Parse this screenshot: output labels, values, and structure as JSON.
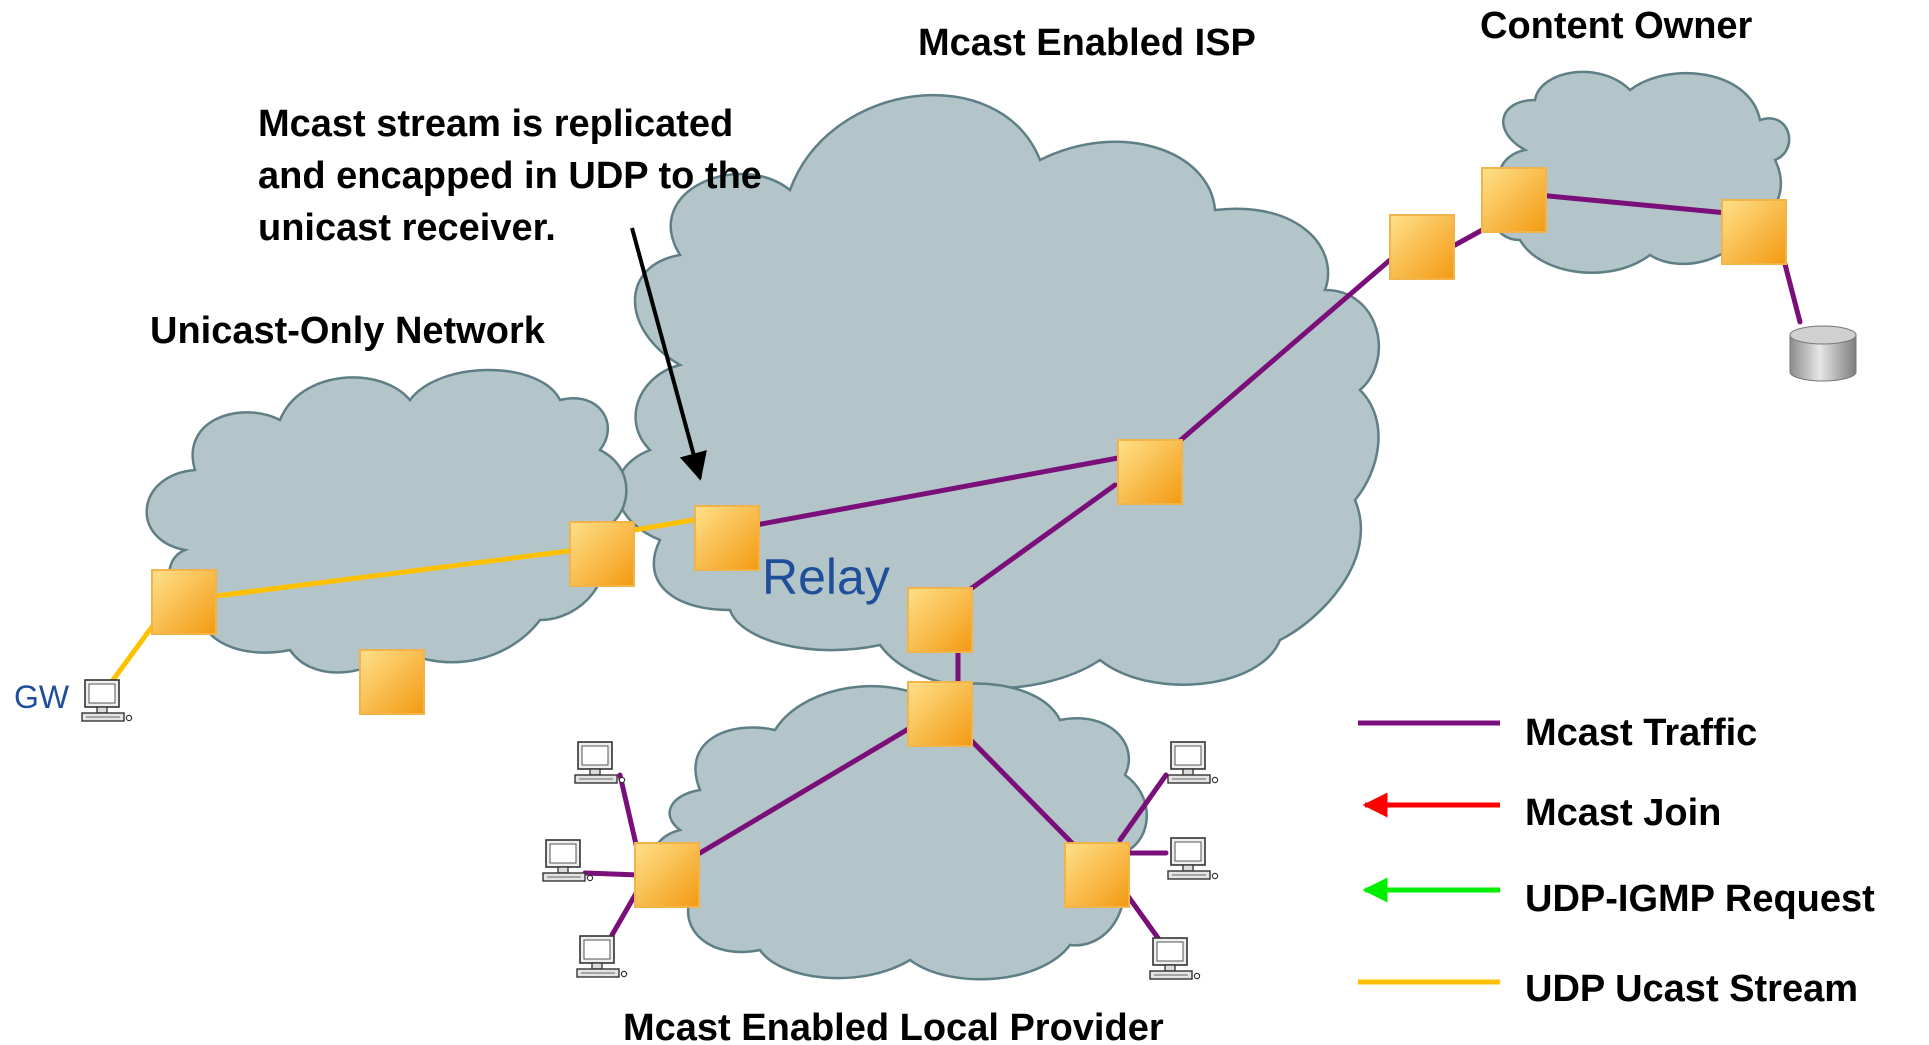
{
  "clouds": {
    "isp": {
      "label": "Mcast Enabled ISP"
    },
    "content": {
      "label": "Content Owner"
    },
    "unicast": {
      "label": "Unicast-Only Network"
    },
    "local": {
      "label": "Mcast Enabled Local Provider"
    }
  },
  "annotation": {
    "lines": [
      "Mcast stream is replicated",
      "and encapped in UDP to the",
      "unicast receiver."
    ]
  },
  "labels": {
    "relay": "Relay",
    "gw": "GW"
  },
  "legend": [
    {
      "label": "Mcast Traffic",
      "color": "#7a0f7a"
    },
    {
      "label": "Mcast Join",
      "color": "#ff0000"
    },
    {
      "label": "UDP-IGMP Request",
      "color": "#00ee00"
    },
    {
      "label": "UDP Ucast Stream",
      "color": "#ffc000"
    }
  ],
  "colors": {
    "cloud_fill": "#b3c5c8",
    "cloud_stroke": "#5e7f85",
    "router_light": "#ffe08a",
    "router_dark": "#f29a12",
    "mcast_line": "#7a0f7a",
    "ucast_line": "#ffc000",
    "relay_text": "#1f4e9a"
  },
  "icons": {
    "router": "router-icon",
    "pc": "pc-icon",
    "database": "database-icon",
    "arrow": "arrow-icon"
  }
}
